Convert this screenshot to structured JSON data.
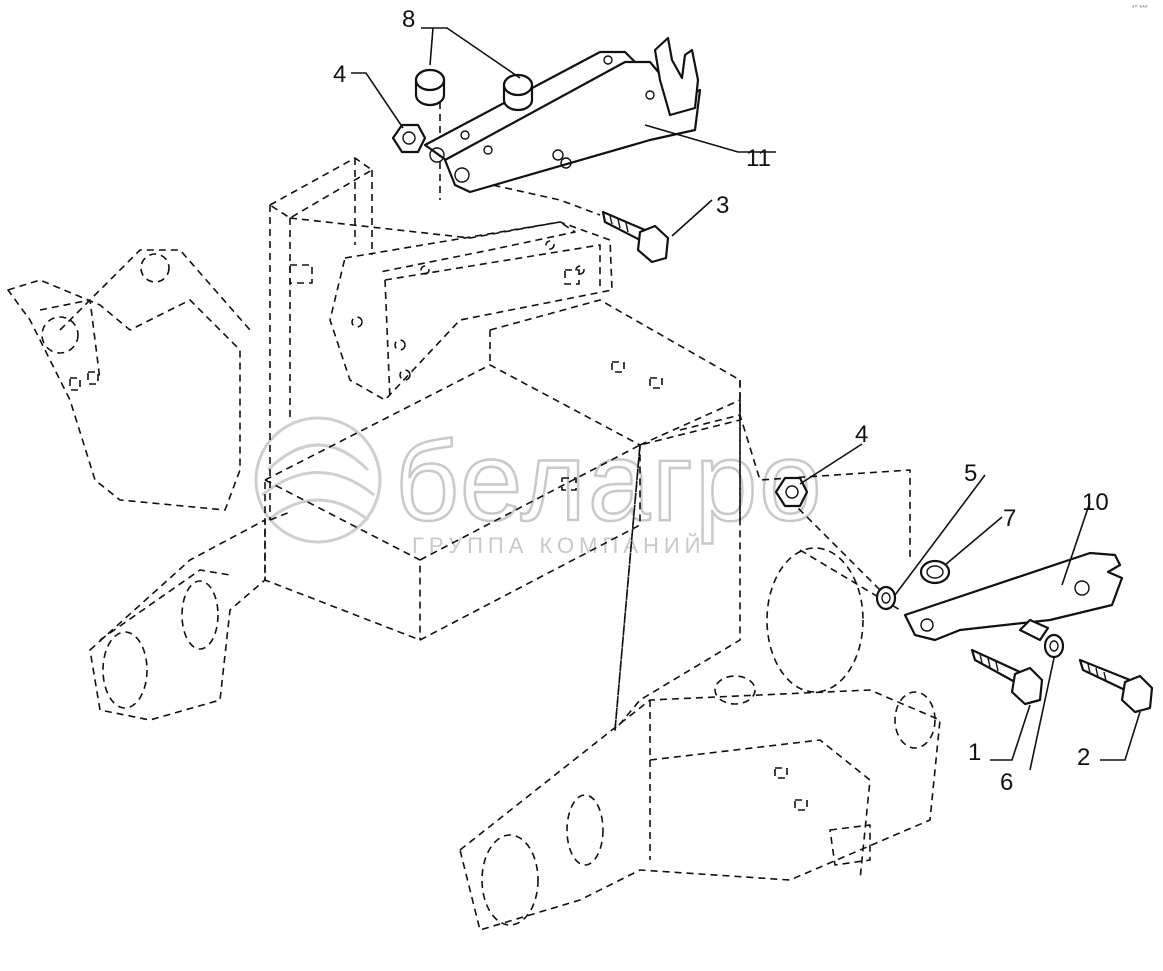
{
  "diagram": {
    "callouts": [
      {
        "id": "c1",
        "label": "1"
      },
      {
        "id": "c2",
        "label": "2"
      },
      {
        "id": "c3",
        "label": "3"
      },
      {
        "id": "c4a",
        "label": "4"
      },
      {
        "id": "c4b",
        "label": "4"
      },
      {
        "id": "c5",
        "label": "5"
      },
      {
        "id": "c6",
        "label": "6"
      },
      {
        "id": "c7",
        "label": "7"
      },
      {
        "id": "c8",
        "label": "8"
      },
      {
        "id": "c10",
        "label": "10"
      },
      {
        "id": "c11",
        "label": "11"
      }
    ],
    "corner_mark": "*° ***"
  },
  "watermark": {
    "brand": "белагро",
    "tagline": "ГРУППА КОМПАНИЙ"
  }
}
